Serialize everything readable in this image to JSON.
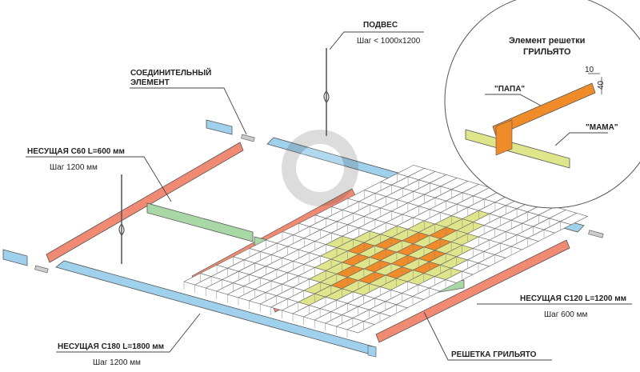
{
  "labels": {
    "podves": "ПОДВЕС",
    "podves_step": "Шаг < 1000x1200",
    "connector_1": "СОЕДИНИТЕЛЬНЫЙ",
    "connector_2": "ЭЛЕМЕНТ",
    "c60": "НЕСУЩАЯ С60 L=600 мм",
    "c60_step": "Шаг 1200 мм",
    "c120": "НЕСУЩАЯ С120 L=1200 мм",
    "c120_step": "Шаг 600 мм",
    "c180": "НЕСУЩАЯ С180 L=1800 мм",
    "c180_step": "Шаг 1200 мм",
    "grid": "РЕШЕТКА ГРИЛЬЯТО",
    "inset_title_1": "Элемент решетки",
    "inset_title_2": "ГРИЛЬЯТО",
    "papa": "\"ПАПА\"",
    "mama": "\"МАМА\"",
    "dim_10": "10",
    "dim_40": "40"
  },
  "colors": {
    "blue": "#9fd0ec",
    "red": "#f08a72",
    "green": "#a9d8a6",
    "orange": "#f08b2a",
    "yellow": "#dfe58a",
    "outline": "#555555"
  }
}
